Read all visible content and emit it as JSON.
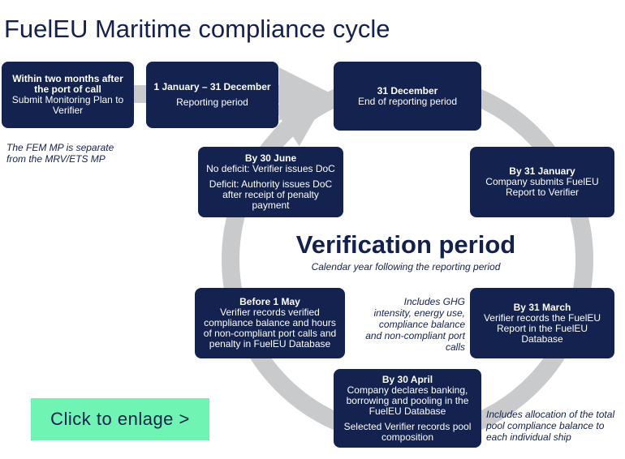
{
  "title": "FuelEU Maritime compliance cycle",
  "steps": [
    {
      "heading": "Within two months after the port of call",
      "text": "Submit Monitoring Plan to Verifier"
    },
    {
      "heading": "1 January – 31 December",
      "text": "Reporting period"
    },
    {
      "heading": "31 December",
      "text": "End of reporting period"
    },
    {
      "heading": "By 31 January",
      "text": "Company submits FuelEU Report to Verifier"
    },
    {
      "heading": "By 31 March",
      "text": "Verifier records the FuelEU Report in the FuelEU Database"
    },
    {
      "heading": "By 30 April",
      "text": "Company declares banking, borrowing and pooling in the FuelEU Database",
      "text2": "Selected Verifier records pool composition"
    },
    {
      "heading": "Before 1 May",
      "text": "Verifier records verified compliance balance and hours of non-compliant port calls and penalty in FuelEU Database"
    },
    {
      "heading": "By 30 June",
      "text": "No deficit: Verifier issues DoC",
      "text2": "Deficit: Authority issues DoC after receipt of penalty payment"
    }
  ],
  "notes": {
    "fem_mp": "The FEM MP is separate from the MRV/ETS MP",
    "ghg": "Includes GHG intensity, energy use, compliance balance and non-compliant port calls",
    "pool": "Includes allocation of the total pool compliance balance to each individual ship"
  },
  "center": {
    "title": "Verification period",
    "subtitle": "Calendar year following the reporting period"
  },
  "cta_label": "Click to enlage  >",
  "colors": {
    "box": "#13224e",
    "cycle": "#c9cacc",
    "cta": "#6ff4b3",
    "text": "#14214d"
  }
}
